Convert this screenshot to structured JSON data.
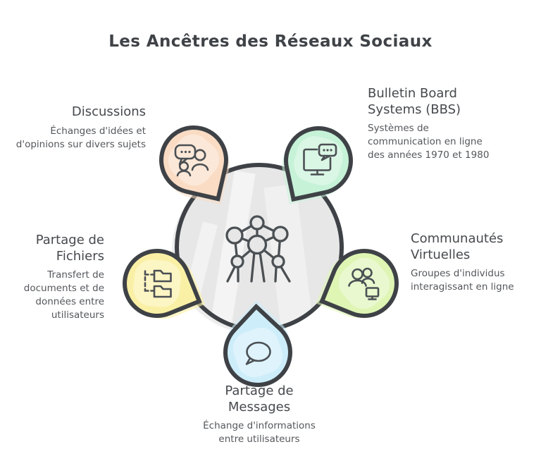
{
  "title": "Les Ancêtres des Réseaux Sociaux",
  "center": {
    "icon": "network-structure-icon",
    "fill_color": "#e7e7e7",
    "outline_color": "#3e4246"
  },
  "nodes": [
    {
      "id": "discussions",
      "heading": "Discussions",
      "description": "Échanges d'idées et d'opinions sur divers sujets",
      "color": "#fadcc4",
      "icon": "people-conversation-icon"
    },
    {
      "id": "bbs",
      "heading": "Bulletin Board\nSystems (BBS)",
      "description": "Systèmes de communication en ligne des années 1970 et 1980",
      "color": "#c6f2d8",
      "icon": "computer-message-icon"
    },
    {
      "id": "virtual-communities",
      "heading": "Communautés\nVirtuelles",
      "description": "Groupes d'individus interagissant en ligne",
      "color": "#def5b4",
      "icon": "user-group-monitor-icon"
    },
    {
      "id": "file-sharing",
      "heading": "Partage de\nFichiers",
      "description": "Transfert de documents et de données entre utilisateurs",
      "color": "#faf0a5",
      "icon": "folder-tree-icon"
    },
    {
      "id": "message-sharing",
      "heading": "Partage de\nMessages",
      "description": "Échange d'informations entre utilisateurs",
      "color": "#cdedfa",
      "icon": "speech-bubble-icon"
    }
  ]
}
